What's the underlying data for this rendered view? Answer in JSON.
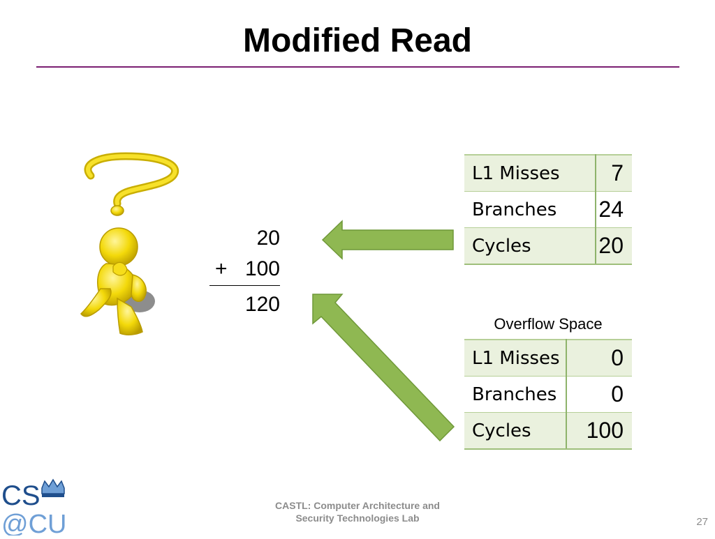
{
  "slide": {
    "title": "Modified Read",
    "page_number": "27"
  },
  "addition": {
    "top": "20",
    "operator": "+",
    "bottom": "100",
    "result": "120"
  },
  "counters_table": [
    {
      "label": "L1 Misses",
      "value": "7"
    },
    {
      "label": "Branches",
      "value": "24"
    },
    {
      "label": "Cycles",
      "value": "20"
    }
  ],
  "overflow": {
    "caption": "Overflow Space",
    "rows": [
      {
        "label": "L1 Misses",
        "value": "0"
      },
      {
        "label": "Branches",
        "value": "0"
      },
      {
        "label": "Cycles",
        "value": "100"
      }
    ]
  },
  "footer": {
    "line1": "CASTL: Computer Architecture and",
    "line2": "Security Technologies Lab"
  },
  "logo": {
    "text_top": "CS",
    "text_bottom": "@CU"
  },
  "colors": {
    "title_rule": "#7b1f72",
    "arrow_fill": "#8fb852",
    "table_shade": "#eaf1de",
    "logo_blue": "#1f4e8c"
  }
}
